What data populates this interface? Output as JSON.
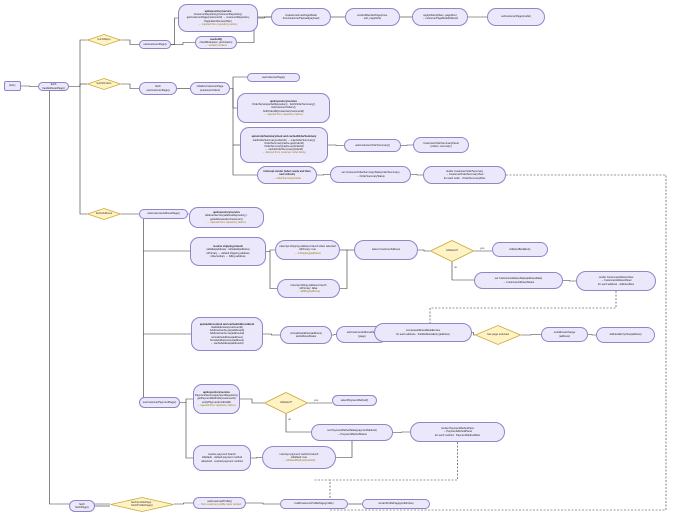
{
  "diagram": {
    "nodes": {
      "start": {
        "title": "",
        "lines": [
          "Entry"
        ]
      },
      "handle_route": {
        "title": "",
        "lines": [
          "fetch",
          "handleRoutePage()"
        ]
      },
      "rs_loader": {
        "title": "",
        "lines": [
          "useCustomerPage()"
        ]
      },
      "rs_repo": {
        "title": "api/repository/service",
        "lines": [
          "CustomerRepository(customerRepository)",
          "getCustomerPage(customerId) → customerRepository",
          "PaginationService(filter)"
        ],
        "note": "← injected from repository factory"
      },
      "rs_auth": {
        "title": "useAuth()",
        "lines": [
          "checkRole(user, permission)"
        ],
        "note": "← session context"
      },
      "rs_step1": {
        "title": "",
        "lines": [
          "createCustomerPageModel",
          "fromCustomerPayload(payload)"
        ]
      },
      "rs_step2": {
        "title": "",
        "lines": [
          "sortAndRenderPage(rows,",
          "sort, pageSize)"
        ]
      },
      "rs_step3": {
        "title": "",
        "lines": [
          "applyFilters(filters, pageSize)",
          "→ customerPageModelFiltered"
        ]
      },
      "rs_step4": {
        "title": "",
        "lines": [
          "setCustomerPage(model)"
        ]
      },
      "co_loader": {
        "title": "",
        "lines": [
          "fetch",
          "useCustomerPage()"
        ]
      },
      "co_init": {
        "title": "",
        "lines": [
          "initializeCustomerPage",
          "(customerOrders)"
        ]
      },
      "co_fetch": {
        "title": "",
        "lines": [
          "useCustomerPage()"
        ]
      },
      "co_repo": {
        "title": "api/repository/service",
        "lines": [
          "OrderService(orderRepository) · fetchOrderSummary()",
          "listCustomerOrders()",
          "findOrdersByCustomer(customerId)"
        ],
        "note": "← injected from repository factory"
      },
      "co_cache": {
        "title": "apis/orderSummaryHook and cachedOrderSummary",
        "lines": [
          "loadOrderSummary(orderIds) → mapOrderSummary()",
          "OrderSummaryCache.get(orderId)",
          "OrderSummaryCache.set(orderId)",
          "← cacheOrderSummary(orderId)"
        ],
        "note": "← derived from customer order listing"
      },
      "co_update": {
        "title": "",
        "lines": [
          "useCustomerOrderSummary()"
        ]
      },
      "co_result": {
        "title": "",
        "lines": [
          "CustomerOrderSummaryPanel",
          "(orders, summary)"
        ]
      },
      "co_intercept": {
        "title": "intercept render (when ready and then next refresh)",
        "lines": [],
        "note": "← orderSummaryCache"
      },
      "co_state": {
        "title": "",
        "lines": [
          "set CustomerOrderSummaryState(orderSummary)",
          "→ OrderSummaryStatus"
        ]
      },
      "co_view": {
        "title": "",
        "lines": [
          "render CustomerOrderSummary",
          "→ CustomerOrderSummaryView",
          "for each order · OrderSummaryRow"
        ]
      },
      "ad_loader": {
        "title": "",
        "lines": [
          "useCustomerAddressPage()"
        ]
      },
      "ad_repo": {
        "title": "api/repository/service",
        "lines": [
          "AddressService(addressRepository) · getAddressesForCustomer()"
        ],
        "note": "← injected from repository factory"
      },
      "ad_branch": {
        "title": "resolve shipping branch",
        "lines": [
          "validate(address) · isDefault(address)",
          "isPrimary → default shipping address",
          "isSecondary → billing address"
        ]
      },
      "ad_opt_a": {
        "title": "",
        "lines": [
          "intercept shipping address branch when selected",
          "isPrimary: true"
        ],
        "note": "← isShipping(address)"
      },
      "ad_opt_b": {
        "title": "",
        "lines": [
          "intercept billing address branch",
          "isPrimary: false"
        ],
        "note": "← isBilling(address)"
      },
      "ad_merge": {
        "title": "",
        "lines": [
          "select CustomerAddress"
        ]
      },
      "ad_render": {
        "title": "",
        "lines": [
          "AddressBookEntry"
        ]
      },
      "ad_state": {
        "title": "",
        "lines": [
          "set CustomerAddressState(addressData)",
          "→ CustomerAddressStatus"
        ]
      },
      "ad_view": {
        "title": "",
        "lines": [
          "render CustomerAddressView",
          "→ CustomerAddressPanel",
          "for each address · AddressRow"
        ]
      },
      "ad_cache": {
        "title": "apis/addressHook and cachedAddressBook",
        "lines": [
          "loadAddresses(customerId)",
          "AddressCache.get(addressId)",
          "AddressCache.set(addressId)",
          "normalizeAddress(address)",
          "formatAddressLines(address)",
          "← cacheAddress(addressId)"
        ]
      },
      "ad_norm": {
        "title": "",
        "lines": [
          "normalizeAddress(address)",
          "setAddressStatus"
        ]
      },
      "ad_page": {
        "title": "",
        "lines": [
          "setCustomerAddressPage",
          "(page)"
        ]
      },
      "ad_compose": {
        "title": "",
        "lines": [
          "composeAddressBookEntries",
          "for each address · buildAddressEntry(address)"
        ]
      },
      "ad_cb": {
        "title": "",
        "lines": [
          "onAddressChange",
          "(address)"
        ]
      },
      "ad_final": {
        "title": "",
        "lines": [
          "AddressEntryView(address)"
        ]
      },
      "pm_loader": {
        "title": "",
        "lines": [
          "useCustomerPaymentPage()"
        ]
      },
      "pm_repo": {
        "title": "api/repository/service",
        "lines": [
          "PaymentService(paymentRepository)",
          "getPaymentMethods(customerId)",
          "verifyPayment(methodId)"
        ],
        "note": "← injected from repository factory"
      },
      "pm_picker": {
        "title": "",
        "lines": [
          "selectPaymentMethod()"
        ]
      },
      "pm_state": {
        "title": "",
        "lines": [
          "set PaymentMethodState(paymentMethod)",
          "→ PaymentMethodStatus"
        ]
      },
      "pm_view": {
        "title": "",
        "lines": [
          "render PaymentMethodView",
          "→ PaymentMethodPanel",
          "for each method · PaymentMethodRow"
        ]
      },
      "pm_branch": {
        "title": "",
        "lines": [
          "resolve payment branch",
          "isDefault · default payment method",
          "isExpired · expired payment method"
        ]
      },
      "pm_opt": {
        "title": "",
        "lines": [
          "intercept payment method branch",
          "isDefault: true"
        ],
        "note": "← isDefaultMethod(method)"
      },
      "mp_loader": {
        "title": "",
        "lines": [
          "fetch",
          "fetchPage()"
        ]
      },
      "mp_a": {
        "title": "",
        "lines": [
          "useCustomerProfile()"
        ],
        "note": "← from customer profile route context"
      },
      "mp_b": {
        "title": "",
        "lines": [
          "buildCustomerProfilePage(profile)"
        ]
      },
      "mp_c": {
        "title": "",
        "lines": [
          "renderProfilePage(profileView)"
        ]
      }
    },
    "decisions": {
      "d_route1": "fetch/Repo",
      "d_route2": "fetch/Orders",
      "d_route3": "fetch/Address",
      "d_ad_ok": "isDefault?",
      "d_ad_sel": "has page selected",
      "d_pm": "isDefault?",
      "d_main": "fetch/profilePage · fetchProfilePage()"
    },
    "edge_labels": {
      "yes": "yes",
      "no": "no"
    }
  }
}
